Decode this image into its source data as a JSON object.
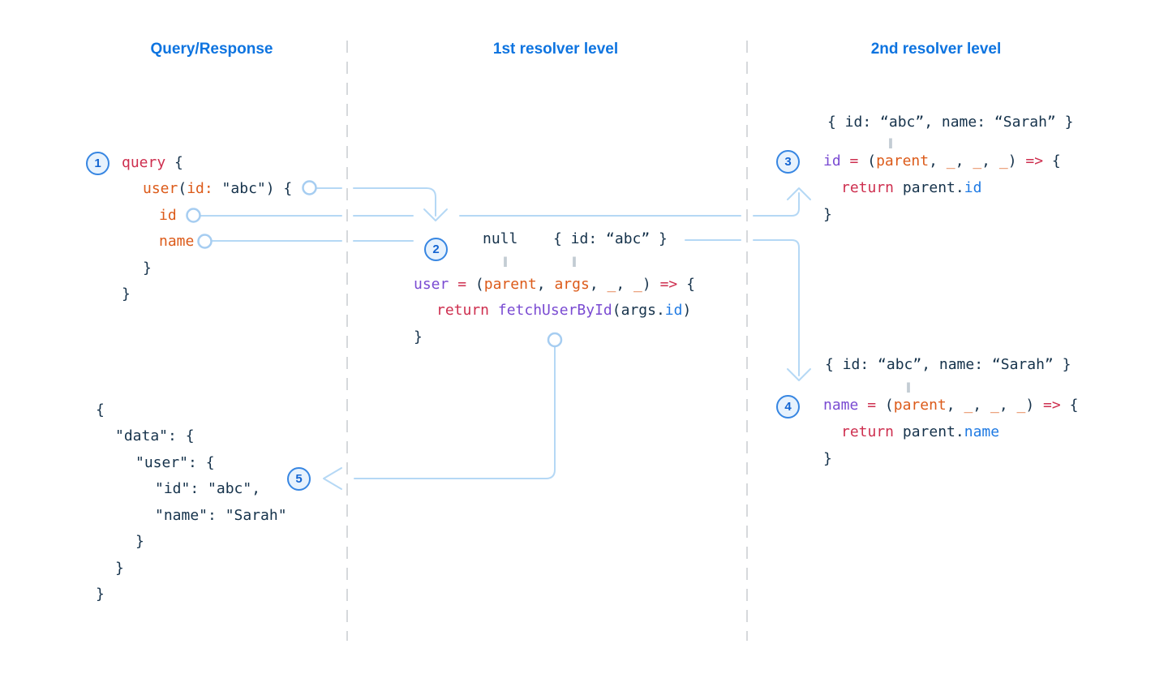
{
  "headers": {
    "col1": "Query/Response",
    "col2": "1st resolver level",
    "col3": "2nd resolver level"
  },
  "badges": [
    "1",
    "2",
    "3",
    "4",
    "5"
  ],
  "eq_symbol": "‖",
  "colors": {
    "header_blue": "#0e74e0",
    "code_navy": "#15324b",
    "code_red": "#ce2f4f",
    "code_orange": "#dc5b1a",
    "code_purple": "#7a4bd2",
    "code_blue": "#1f7ae3",
    "connector_blue": "#b5d8f5",
    "marker_stroke": "#a6cdf1",
    "badge_border": "#3786e2",
    "badge_fill": "#e7f2fd",
    "badge_text": "#1465d2",
    "divider_gray": "#d6d9dc",
    "eq_gray": "#8fa0ae"
  },
  "query_block": {
    "lines": [
      [
        [
          "query",
          "red"
        ],
        [
          " {",
          "navy"
        ]
      ],
      [
        [
          "user",
          "orange"
        ],
        [
          "(",
          "navy"
        ],
        [
          "id:",
          "orange"
        ],
        [
          " \"abc\"",
          "navy"
        ],
        [
          ") {",
          "navy"
        ]
      ],
      [
        [
          "id",
          "orange"
        ]
      ],
      [
        [
          "name",
          "orange"
        ]
      ],
      [
        [
          "}",
          "navy"
        ]
      ],
      [
        [
          "}",
          "navy"
        ]
      ]
    ]
  },
  "response_block": {
    "lines": [
      [
        [
          "{",
          "navy"
        ]
      ],
      [
        [
          "\"data\": {",
          "navy"
        ]
      ],
      [
        [
          "\"user\": {",
          "navy"
        ]
      ],
      [
        [
          "\"id\": \"abc\",",
          "navy"
        ]
      ],
      [
        [
          "\"name\": \"Sarah\"",
          "navy"
        ]
      ],
      [
        [
          "}",
          "navy"
        ]
      ],
      [
        [
          "}",
          "navy"
        ]
      ],
      [
        [
          "}",
          "navy"
        ]
      ]
    ]
  },
  "resolver1": {
    "parent_value": [
      [
        "null",
        "navy"
      ]
    ],
    "args_value": [
      [
        "{ id: “abc” }",
        "navy"
      ]
    ],
    "lines": [
      [
        [
          "user",
          "purple"
        ],
        [
          " ",
          "navy"
        ],
        [
          "=",
          "red"
        ],
        [
          " (",
          "navy"
        ],
        [
          "parent",
          "orange"
        ],
        [
          ", ",
          "navy"
        ],
        [
          "args",
          "orange"
        ],
        [
          ", ",
          "navy"
        ],
        [
          "_",
          "orange"
        ],
        [
          ", ",
          "navy"
        ],
        [
          "_",
          "orange"
        ],
        [
          ") ",
          "navy"
        ],
        [
          "=>",
          "red"
        ],
        [
          " {",
          "navy"
        ]
      ],
      [
        [
          "return",
          "red"
        ],
        [
          " ",
          "navy"
        ],
        [
          "fetchUserById",
          "purple"
        ],
        [
          "(args.",
          "navy"
        ],
        [
          "id",
          "blue"
        ],
        [
          ")",
          "navy"
        ]
      ],
      [
        [
          "}",
          "navy"
        ]
      ]
    ]
  },
  "resolver2_id": {
    "parent_value": [
      [
        "{ id: “abc”, name: “Sarah” }",
        "navy"
      ]
    ],
    "lines": [
      [
        [
          "id",
          "purple"
        ],
        [
          " ",
          "navy"
        ],
        [
          "=",
          "red"
        ],
        [
          " (",
          "navy"
        ],
        [
          "parent",
          "orange"
        ],
        [
          ", ",
          "navy"
        ],
        [
          "_",
          "orange"
        ],
        [
          ", ",
          "navy"
        ],
        [
          "_",
          "orange"
        ],
        [
          ", ",
          "navy"
        ],
        [
          "_",
          "orange"
        ],
        [
          ") ",
          "navy"
        ],
        [
          "=>",
          "red"
        ],
        [
          " {",
          "navy"
        ]
      ],
      [
        [
          "return",
          "red"
        ],
        [
          " parent.",
          "navy"
        ],
        [
          "id",
          "blue"
        ]
      ],
      [
        [
          "}",
          "navy"
        ]
      ]
    ]
  },
  "resolver2_name": {
    "parent_value": [
      [
        "{ id: “abc”, name: “Sarah” }",
        "navy"
      ]
    ],
    "lines": [
      [
        [
          "name",
          "purple"
        ],
        [
          " ",
          "navy"
        ],
        [
          "=",
          "red"
        ],
        [
          " (",
          "navy"
        ],
        [
          "parent",
          "orange"
        ],
        [
          ", ",
          "navy"
        ],
        [
          "_",
          "orange"
        ],
        [
          ", ",
          "navy"
        ],
        [
          "_",
          "orange"
        ],
        [
          ", ",
          "navy"
        ],
        [
          "_",
          "orange"
        ],
        [
          ") ",
          "navy"
        ],
        [
          "=>",
          "red"
        ],
        [
          " {",
          "navy"
        ]
      ],
      [
        [
          "return",
          "red"
        ],
        [
          " parent.",
          "navy"
        ],
        [
          "name",
          "blue"
        ]
      ],
      [
        [
          "}",
          "navy"
        ]
      ]
    ]
  }
}
